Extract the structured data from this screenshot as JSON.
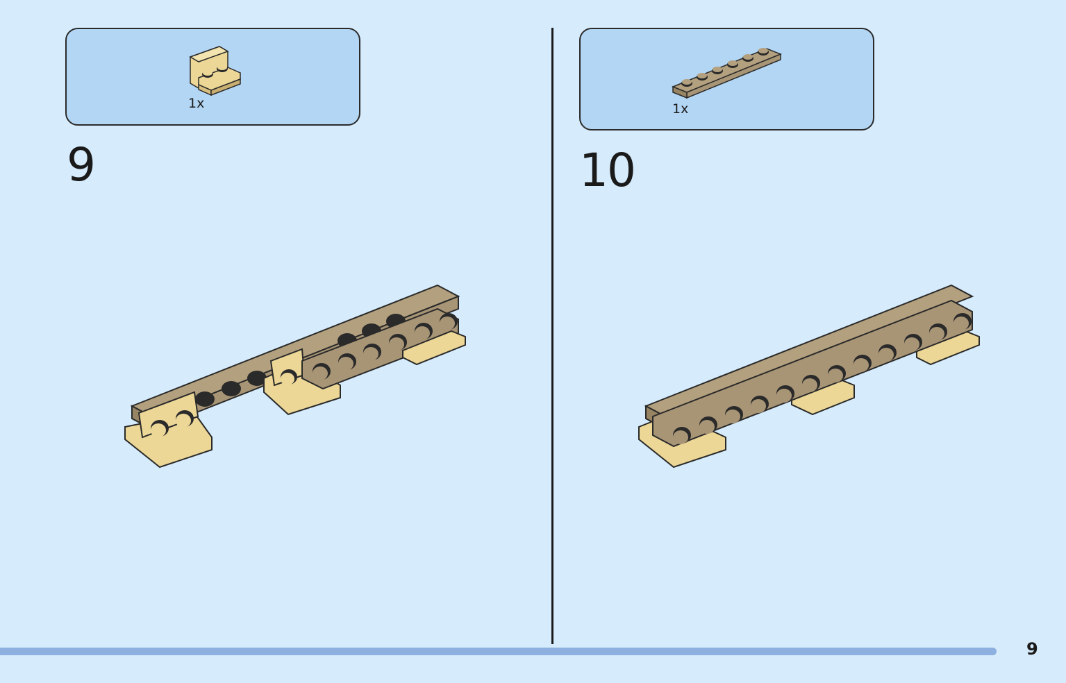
{
  "steps": [
    {
      "number": "9",
      "parts": [
        {
          "qty": "1x",
          "part_icon": "bracket-1x2-2x2-icon"
        }
      ]
    },
    {
      "number": "10",
      "parts": [
        {
          "qty": "1x",
          "part_icon": "plate-1x6-icon"
        }
      ]
    }
  ],
  "page_number": "9",
  "colors": {
    "background": "#d6ebfb",
    "callout": "#b3d6f4",
    "brick_tan": "#ecd797",
    "brick_dark_tan": "#a89576",
    "footer_bar": "#8db0e0"
  }
}
